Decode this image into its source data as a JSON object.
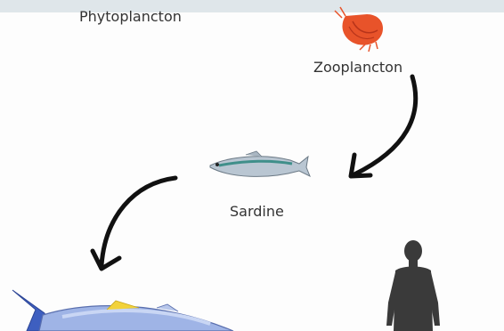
{
  "food_chain": {
    "phytoplankton_label": "Phytoplancton",
    "zooplankton_label": "Zooplancton",
    "sardine_label": "Sardine"
  },
  "icons": [
    "shrimp-icon",
    "sardine-icon",
    "tuna-icon",
    "human-silhouette-icon",
    "arrow-icon"
  ],
  "colors": {
    "shrimp": "#e8532a",
    "sardine_body": "#b9c6d2",
    "tuna_body": "#9fb4e6",
    "tuna_fin_yellow": "#f2d23a",
    "human": "#3a3a3a",
    "arrow": "#111111"
  }
}
